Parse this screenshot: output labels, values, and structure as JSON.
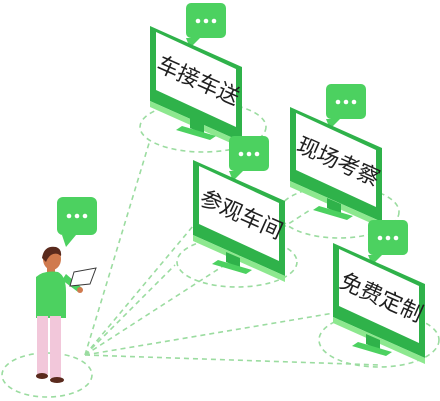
{
  "colors": {
    "green_dark": "#2fb24a",
    "green_mid": "#4cd160",
    "green_light": "#8de88f",
    "screen": "#ffffff",
    "dash": "#9bdca0",
    "skin": "#d07a4e",
    "pants": "#f2c7da",
    "hair": "#5a2a1d"
  },
  "monitors": [
    {
      "label": "车接车送",
      "icon": "chat-bubble-icon"
    },
    {
      "label": "现场考察",
      "icon": "chat-bubble-icon"
    },
    {
      "label": "参观车间",
      "icon": "chat-bubble-icon"
    },
    {
      "label": "免费定制",
      "icon": "chat-bubble-icon"
    }
  ],
  "person": {
    "icon": "person-with-tablet-icon",
    "bubble_icon": "chat-bubble-icon"
  }
}
